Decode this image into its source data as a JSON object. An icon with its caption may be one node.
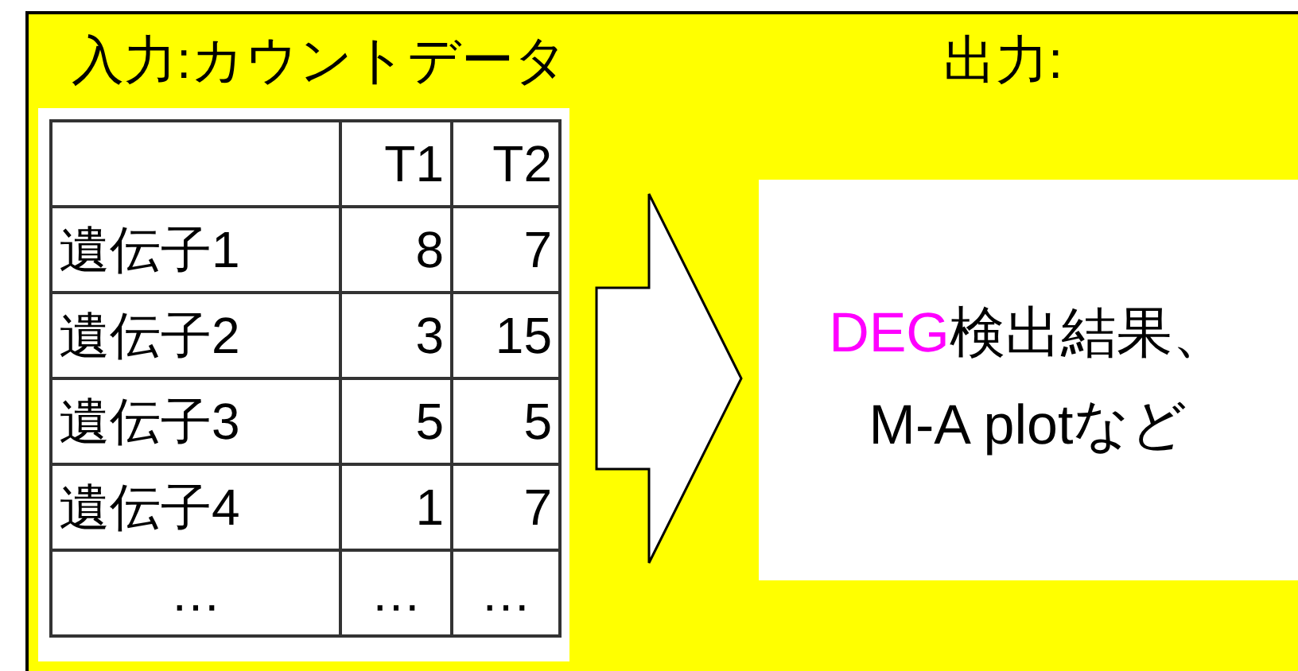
{
  "diagram": {
    "nodes": [
      {
        "text": [
          "入力:カウントデータ"
        ]
      },
      {
        "text": [
          "出力:",
          "DEG",
          "検出結果、M-A plotなど"
        ]
      }
    ],
    "edges": [
      {
        "from": 0,
        "to": 1,
        "arrow": "to"
      }
    ],
    "labels": [
      "T1",
      "T2",
      "遺伝子1",
      "8",
      "7",
      "遺伝子2",
      "3",
      "15",
      "遺伝子3",
      "5",
      "5",
      "遺伝子4",
      "1",
      "7",
      "…",
      "…",
      "…"
    ]
  }
}
